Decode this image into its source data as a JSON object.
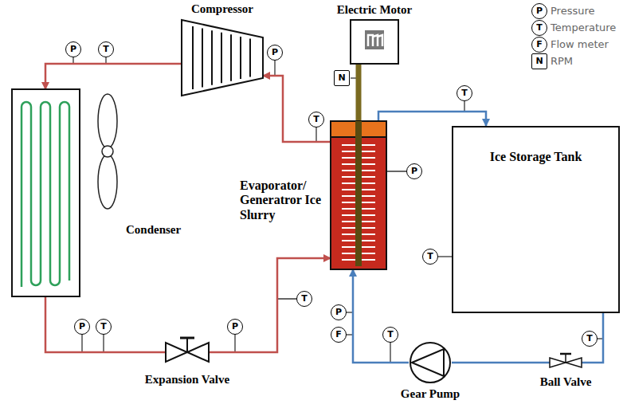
{
  "diagram": {
    "nodes": [
      {
        "text": [
          "Compressor"
        ]
      },
      {
        "text": [
          "Electric Motor"
        ]
      },
      {
        "text": [
          "Condenser"
        ]
      },
      {
        "text": [
          "Evaporator/ Generatror Ice Slurry"
        ]
      },
      {
        "text": [
          "Ice Storage Tank"
        ]
      },
      {
        "text": [
          "Expansion Valve"
        ]
      },
      {
        "text": [
          "Gear Pump"
        ]
      },
      {
        "text": [
          "Ball Valve"
        ]
      }
    ],
    "edges": [
      {
        "from": 0,
        "to": 2,
        "arrow": "to"
      },
      {
        "from": 2,
        "to": 5,
        "arrow": "none"
      },
      {
        "from": 5,
        "to": 3,
        "arrow": "to"
      },
      {
        "from": 3,
        "to": 0,
        "arrow": "to"
      },
      {
        "from": 4,
        "to": 7,
        "arrow": "none"
      },
      {
        "from": 7,
        "to": 6,
        "arrow": "none"
      },
      {
        "from": 6,
        "to": 3,
        "arrow": "to"
      },
      {
        "from": 3,
        "to": 4,
        "arrow": "to"
      },
      {
        "from": 1,
        "to": 3,
        "arrow": "none"
      }
    ],
    "labels": [
      "P",
      "T",
      "P",
      "N",
      "T",
      "T",
      "P",
      "T",
      "T",
      "P",
      "T",
      "P",
      "P",
      "F",
      "T",
      "T",
      "P",
      "T",
      "F",
      "N"
    ],
    "legend": [
      {
        "text": "Pressure"
      },
      {
        "text": "Temperature"
      },
      {
        "text": "Flow meter"
      },
      {
        "text": "RPM"
      }
    ]
  }
}
